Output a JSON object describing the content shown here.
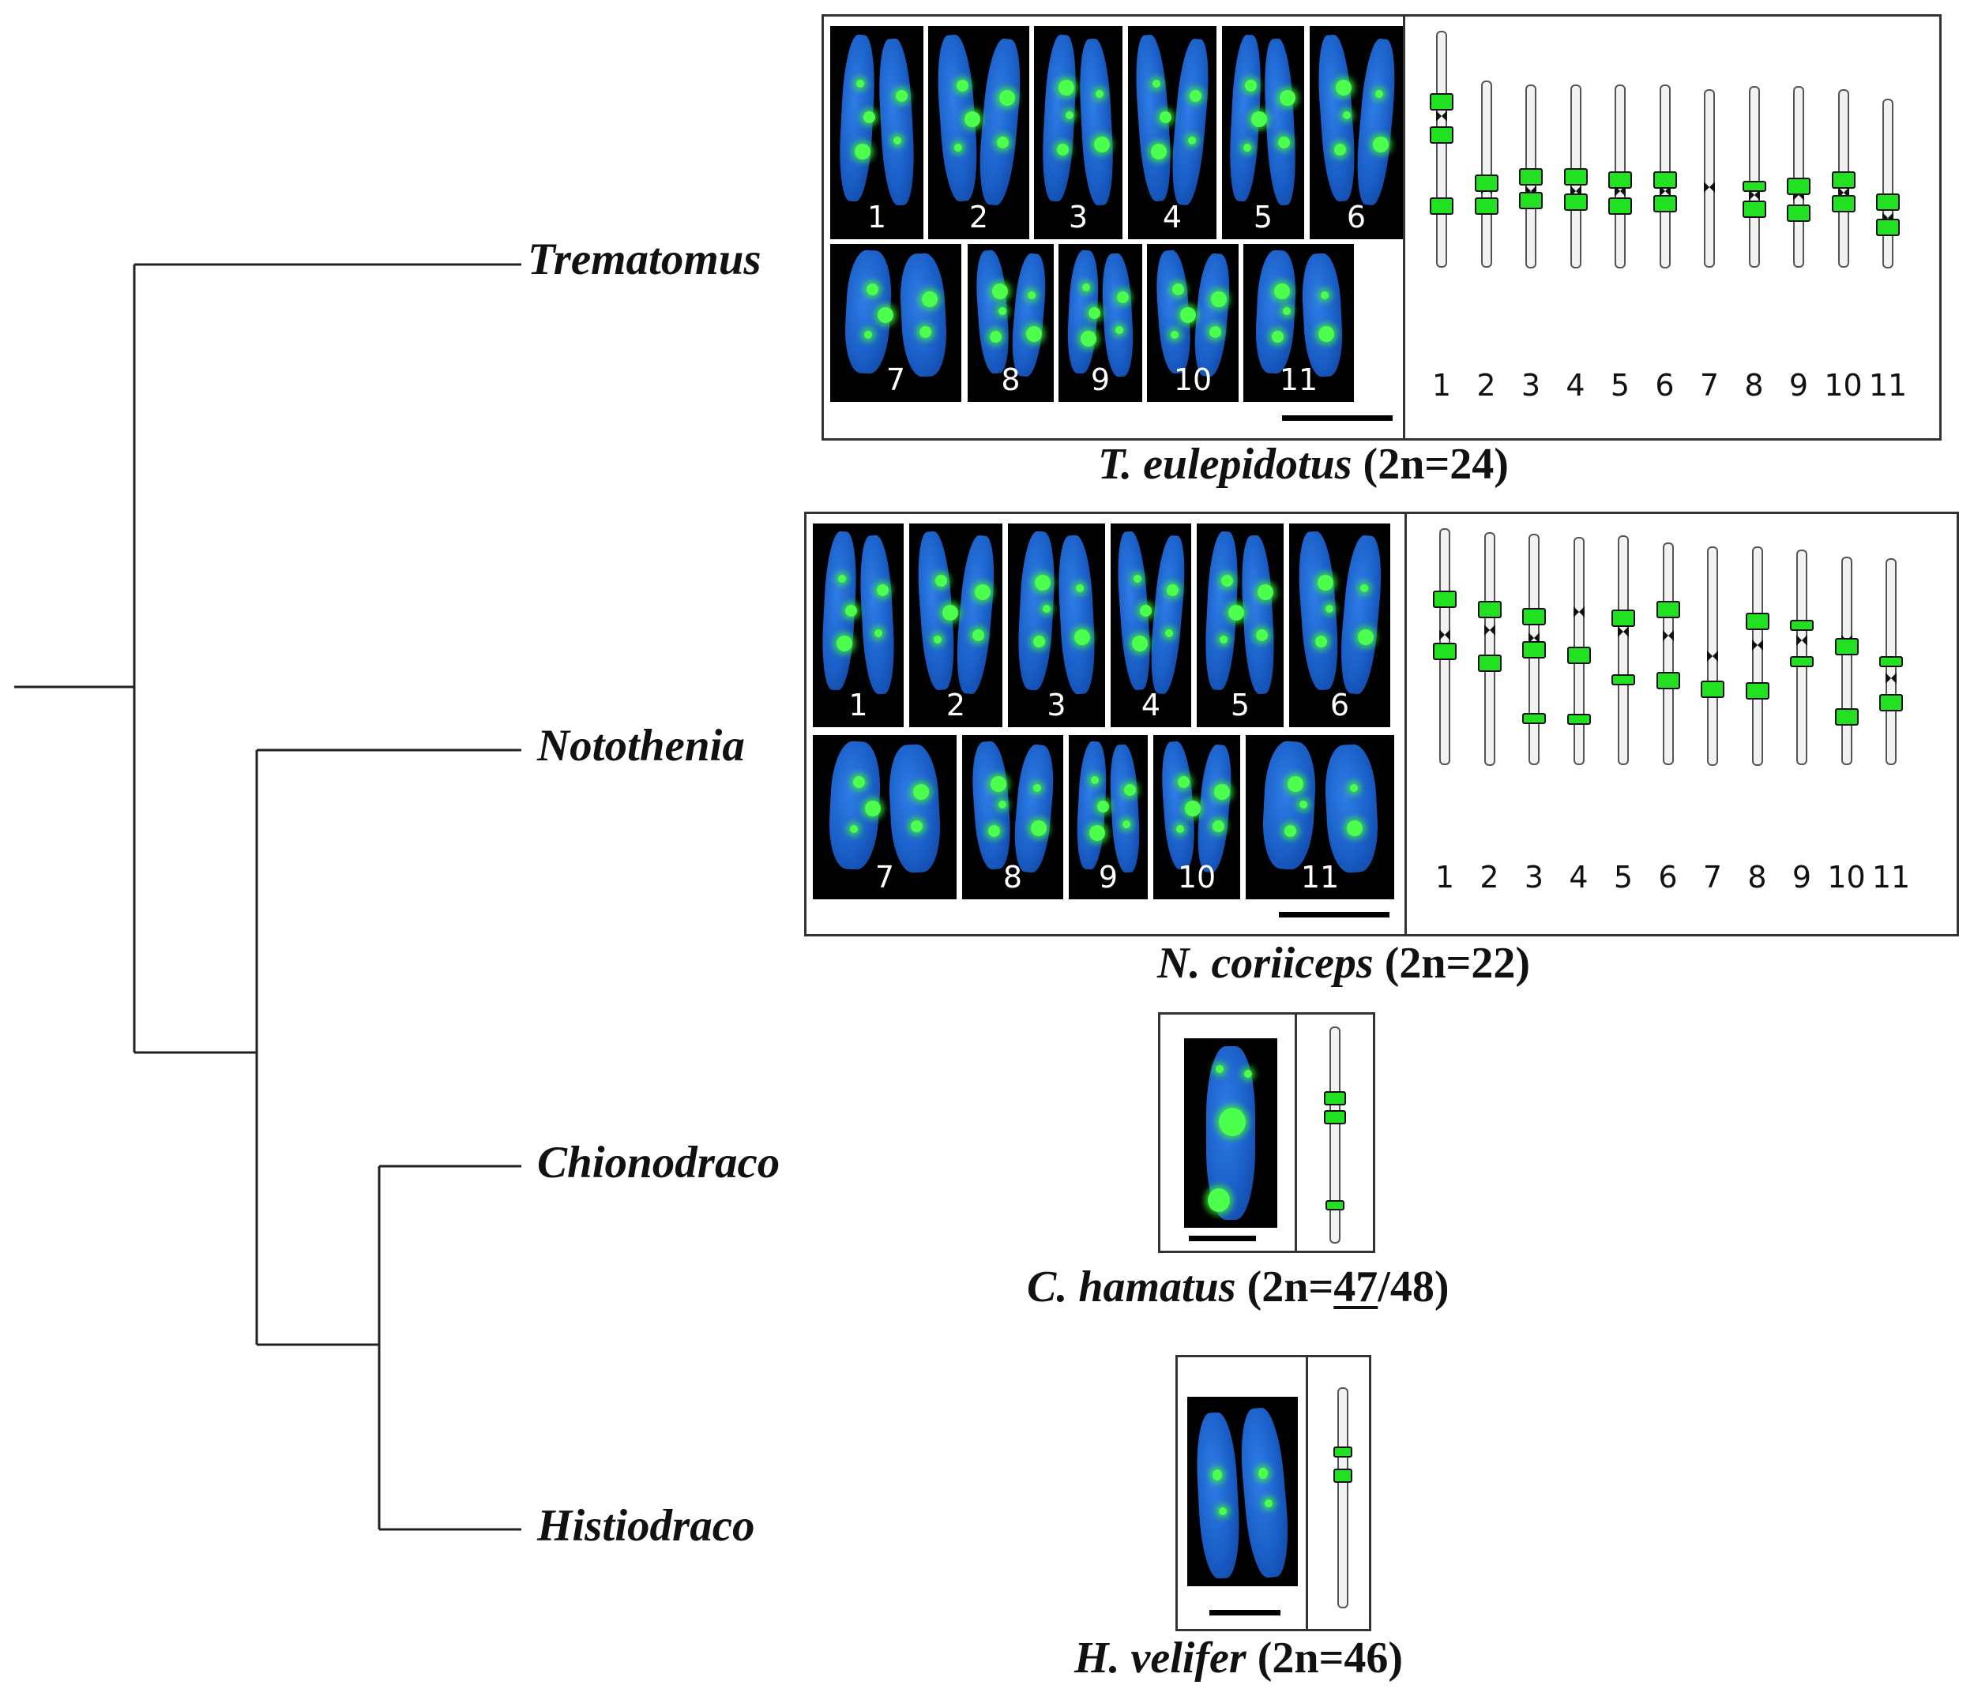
{
  "tree": {
    "genera": [
      "Trematomus",
      "Notothenia",
      "Chionodraco",
      "Histiodraco"
    ]
  },
  "panels": [
    {
      "caption_species": "T. eulepidotus",
      "caption_count": "(2n=24)",
      "cell_labels": [
        "1",
        "2",
        "3",
        "4",
        "5",
        "6",
        "7",
        "8",
        "9",
        "10",
        "11"
      ],
      "ideogram_labels": [
        "1",
        "2",
        "3",
        "4",
        "5",
        "6",
        "7",
        "8",
        "9",
        "10",
        "11"
      ]
    },
    {
      "caption_species": "N. coriiceps",
      "caption_count": "(2n=22)",
      "cell_labels": [
        "1",
        "2",
        "3",
        "4",
        "5",
        "6",
        "7",
        "8",
        "9",
        "10",
        "11"
      ],
      "ideogram_labels": [
        "1",
        "2",
        "3",
        "4",
        "5",
        "6",
        "7",
        "8",
        "9",
        "10",
        "11"
      ]
    },
    {
      "caption_species": "C. hamatus",
      "caption_count_prefix": "(2n=",
      "caption_count_underlined": "47",
      "caption_count_suffix": "/48)"
    },
    {
      "caption_species": "H. velifer",
      "caption_count": "(2n=46)"
    }
  ],
  "colors": {
    "chromosome": "#1a5fc8",
    "signal": "#4cff4c",
    "cell_background": "#000000",
    "ideogram_band": "#22e022"
  }
}
